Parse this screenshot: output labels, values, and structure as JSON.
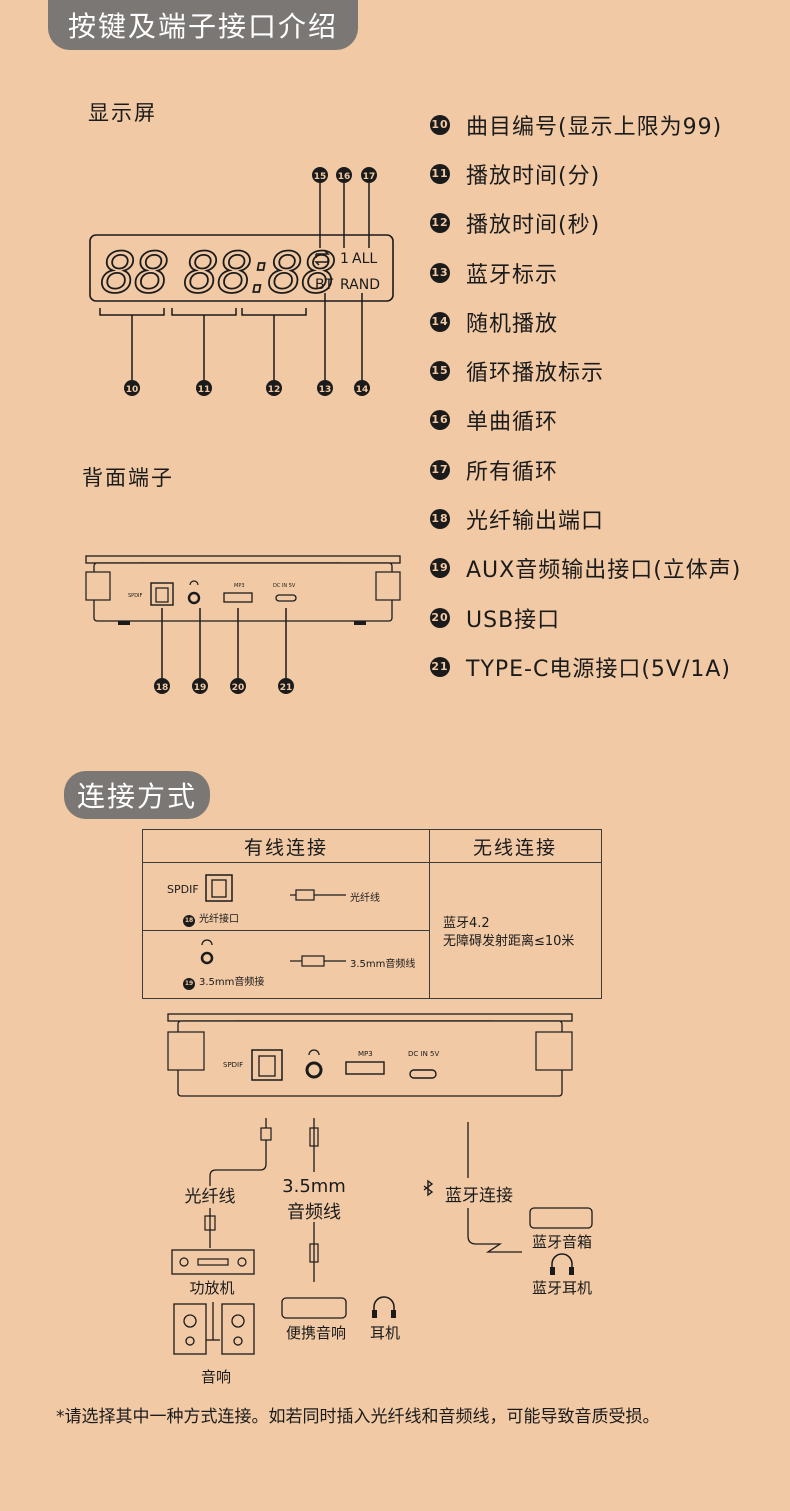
{
  "section1_title": "按键及端子接口介绍",
  "display_label": "显示屏",
  "rear_label": "背面端子",
  "lcd": {
    "digits": "88 88:88",
    "repeat_one": "1",
    "repeat_all": "ALL",
    "bt": "BT",
    "rand": "RAND"
  },
  "legend": [
    {
      "num": "10",
      "text": "曲目编号(显示上限为99)"
    },
    {
      "num": "11",
      "text": "播放时间(分)"
    },
    {
      "num": "12",
      "text": "播放时间(秒)"
    },
    {
      "num": "13",
      "text": "蓝牙标示"
    },
    {
      "num": "14",
      "text": "随机播放"
    },
    {
      "num": "15",
      "text": "循环播放标示"
    },
    {
      "num": "16",
      "text": "单曲循环"
    },
    {
      "num": "17",
      "text": "所有循环"
    },
    {
      "num": "18",
      "text": "光纤输出端口"
    },
    {
      "num": "19",
      "text": "AUX音频输出接口(立体声)"
    },
    {
      "num": "20",
      "text": "USB接口"
    },
    {
      "num": "21",
      "text": "TYPE-C电源接口(5V/1A)"
    }
  ],
  "ports": {
    "spdif": "SPDIF",
    "mp3": "MP3",
    "dc": "DC IN 5V"
  },
  "section2_title": "连接方式",
  "table": {
    "wired_header": "有线连接",
    "wireless_header": "无线连接",
    "row1": {
      "port": "SPDIF",
      "num": "18",
      "caption": "光纤接口",
      "cable": "光纤线"
    },
    "row2": {
      "num": "19",
      "caption": "3.5mm音频接",
      "cable": "3.5mm音频线"
    },
    "wireless_line1": "蓝牙4.2",
    "wireless_line2": "无障碍发射距离≤10米"
  },
  "diagram": {
    "fiber_cable": "光纤线",
    "audio_cable_1": "3.5mm",
    "audio_cable_2": "音频线",
    "bt_connect": "蓝牙连接",
    "amplifier": "功放机",
    "speakers": "音响",
    "portable_speaker": "便携音响",
    "headphones": "耳机",
    "bt_speaker": "蓝牙音箱",
    "bt_headphones": "蓝牙耳机"
  },
  "footnote": "*请选择其中一种方式连接。如若同时插入光纤线和音频线，可能导致音质受损。"
}
